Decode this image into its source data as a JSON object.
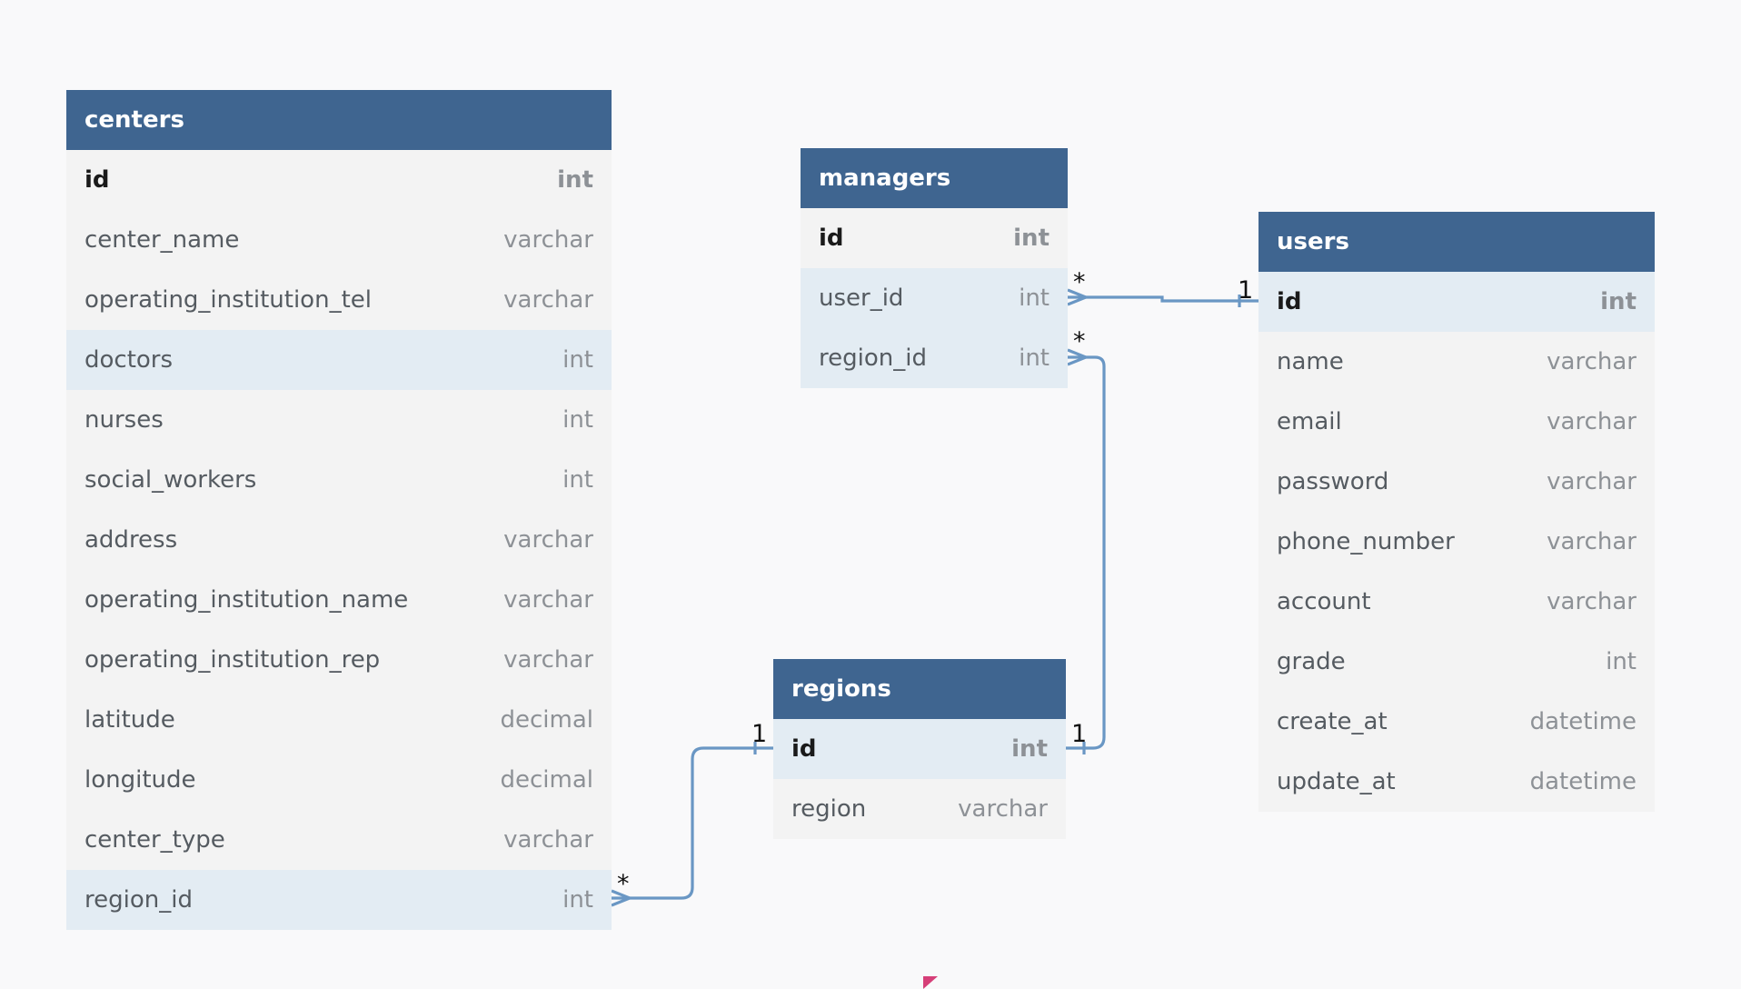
{
  "tables": {
    "centers": {
      "name": "centers",
      "columns": [
        {
          "name": "id",
          "type": "int"
        },
        {
          "name": "center_name",
          "type": "varchar"
        },
        {
          "name": "operating_institution_tel",
          "type": "varchar"
        },
        {
          "name": "doctors",
          "type": "int"
        },
        {
          "name": "nurses",
          "type": "int"
        },
        {
          "name": "social_workers",
          "type": "int"
        },
        {
          "name": "address",
          "type": "varchar"
        },
        {
          "name": "operating_institution_name",
          "type": "varchar"
        },
        {
          "name": "operating_institution_rep",
          "type": "varchar"
        },
        {
          "name": "latitude",
          "type": "decimal"
        },
        {
          "name": "longitude",
          "type": "decimal"
        },
        {
          "name": "center_type",
          "type": "varchar"
        },
        {
          "name": "region_id",
          "type": "int"
        }
      ]
    },
    "managers": {
      "name": "managers",
      "columns": [
        {
          "name": "id",
          "type": "int"
        },
        {
          "name": "user_id",
          "type": "int"
        },
        {
          "name": "region_id",
          "type": "int"
        }
      ]
    },
    "users": {
      "name": "users",
      "columns": [
        {
          "name": "id",
          "type": "int"
        },
        {
          "name": "name",
          "type": "varchar"
        },
        {
          "name": "email",
          "type": "varchar"
        },
        {
          "name": "password",
          "type": "varchar"
        },
        {
          "name": "phone_number",
          "type": "varchar"
        },
        {
          "name": "account",
          "type": "varchar"
        },
        {
          "name": "grade",
          "type": "int"
        },
        {
          "name": "create_at",
          "type": "datetime"
        },
        {
          "name": "update_at",
          "type": "datetime"
        }
      ]
    },
    "regions": {
      "name": "regions",
      "columns": [
        {
          "name": "id",
          "type": "int"
        },
        {
          "name": "region",
          "type": "varchar"
        }
      ]
    }
  },
  "relations": {
    "managers_users": {
      "many": "*",
      "one": "1"
    },
    "managers_regions": {
      "many": "*",
      "one": "1"
    },
    "centers_regions": {
      "many": "*",
      "one": "1"
    }
  },
  "colors": {
    "header": "#3f6590",
    "row": "#f3f3f3",
    "row_highlight": "#e3ecf3",
    "relation_line": "#6a97c4",
    "background": "#f9f9fa"
  }
}
